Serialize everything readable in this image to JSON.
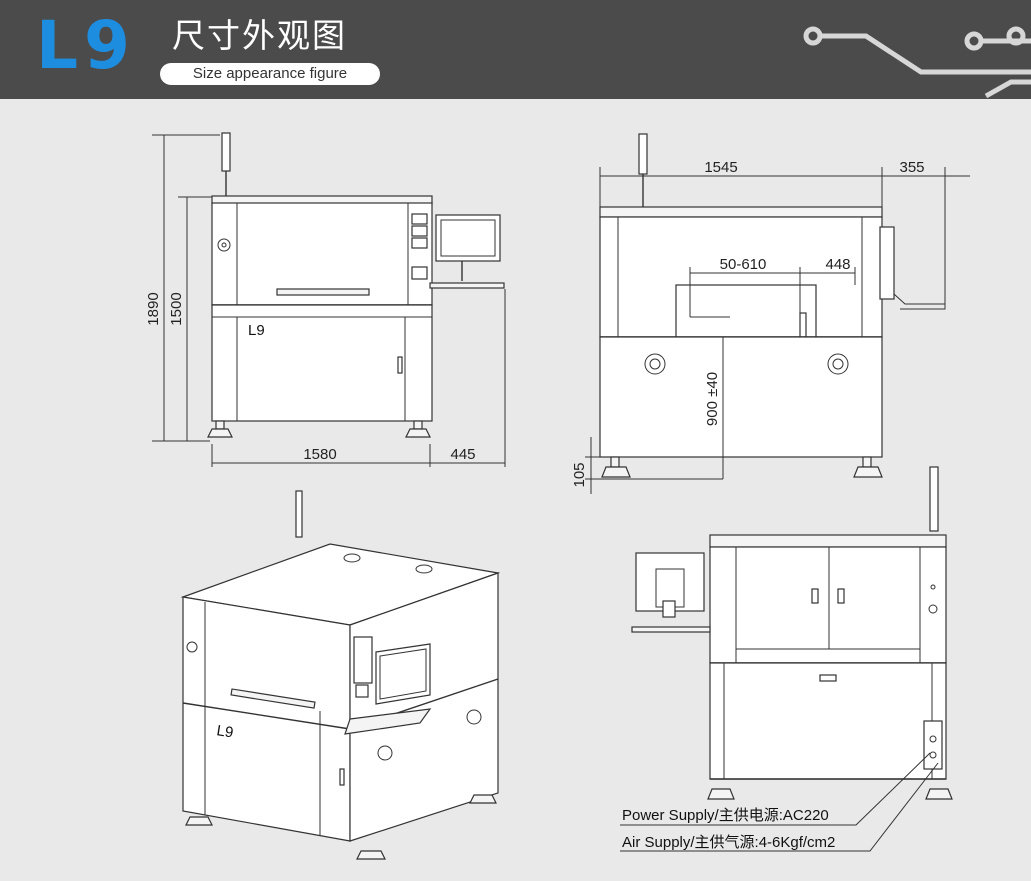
{
  "header": {
    "model_code": "L9",
    "title_cn": "尺寸外观图",
    "title_en": "Size appearance figure",
    "accent_color": "#1d8de0",
    "bar_color": "#4b4b4b"
  },
  "front_view": {
    "machine_label": "L9",
    "dims": {
      "total_height": "1890",
      "body_height": "1500",
      "width": "1580",
      "monitor_extension": "445"
    }
  },
  "side_view": {
    "dims": {
      "depth": "1545",
      "side_extension": "355",
      "travel": "50-610",
      "offset": "448",
      "work_height": "900 ±40",
      "foot_height": "105"
    }
  },
  "iso_view": {
    "machine_label": "L9"
  },
  "rear_view": {
    "callouts": {
      "power": "Power Supply/主供电源:AC220",
      "air": "Air Supply/主供气源:4-6Kgf/cm2"
    }
  }
}
